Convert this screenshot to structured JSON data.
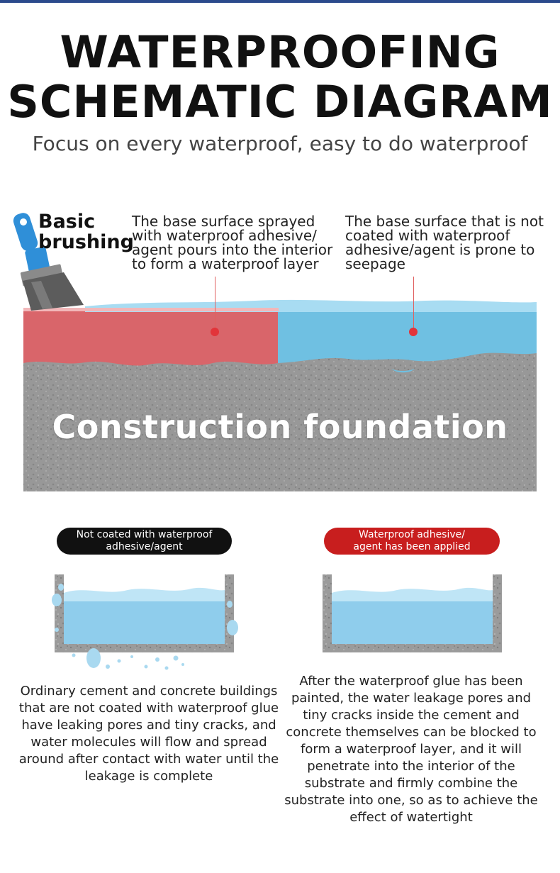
{
  "header": {
    "title_line1": "WATERPROOFING",
    "title_line2": "SCHEMATIC DIAGRAM",
    "subtitle": "Focus on every waterproof, easy to do waterproof"
  },
  "diagram": {
    "brush_label": "Basic brushing",
    "label_coated": "The base surface sprayed with waterproof adhesive/ agent pours into the interior to form a waterproof layer",
    "label_uncoated": "The base surface that is not coated with waterproof adhesive/agent is prone to seepage",
    "foundation_label": "Construction foundation",
    "colors": {
      "coated": "#d9656a",
      "water": "#6fc0e2",
      "concrete": "#9a9a9a"
    }
  },
  "comparison": {
    "left": {
      "badge": "Not coated with waterproof adhesive/agent",
      "description": "Ordinary cement and concrete buildings that are not coated with waterproof glue have leaking pores and tiny cracks, and water molecules will flow and spread around after contact with water until the leakage is complete"
    },
    "right": {
      "badge": "Waterproof adhesive/ agent has been applied",
      "description": "After the waterproof glue has been painted, the water leakage pores and tiny cracks inside the cement and concrete themselves can be blocked to form a waterproof layer, and it will penetrate into the interior of the substrate and firmly combine the substrate into one, so as to achieve the effect of watertight"
    }
  }
}
